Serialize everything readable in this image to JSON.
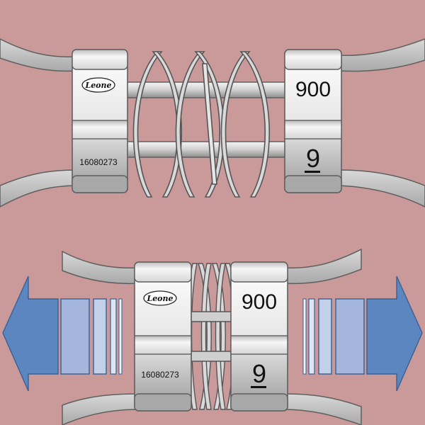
{
  "colors": {
    "background": "#c99a99",
    "wire_fill": "#c6c6c6",
    "wire_stroke": "#5f5f5f",
    "block_light": "#f2f2f2",
    "block_dark": "#9c9c9c",
    "spring_stroke": "#555555",
    "arrow_blue": "#5b86c0",
    "arrow_blue_light": "#a4b6dc",
    "arrow_blue_pale": "#cfd9ee",
    "text": "#111111"
  },
  "devices": [
    {
      "state": "relaxed",
      "brand": "Leone",
      "serial": "16080273",
      "force_label": "900",
      "size_label": "9"
    },
    {
      "state": "activated",
      "brand": "Leone",
      "serial": "16080273",
      "force_label": "900",
      "size_label": "9"
    }
  ],
  "arrows": [
    {
      "direction": "left",
      "icon": "arrow-left-icon"
    },
    {
      "direction": "right",
      "icon": "arrow-right-icon"
    }
  ]
}
